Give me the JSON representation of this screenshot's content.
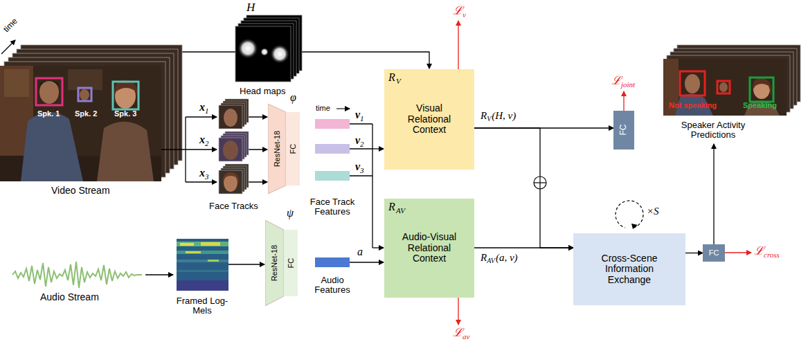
{
  "diagram": {
    "nodes": [
      {
        "text": [
          "ResNet-18"
        ]
      },
      {
        "text": [
          "FC"
        ]
      },
      {
        "text": [
          "ResNet-18"
        ]
      },
      {
        "text": [
          "FC"
        ]
      },
      {
        "text": [
          "R",
          "V",
          "Visual Relational Context"
        ]
      },
      {
        "text": [
          "R",
          "AV",
          "Audio-Visual Relational Context"
        ]
      },
      {
        "text": [
          "FC"
        ]
      },
      {
        "text": [
          "Cross-Scene Information Exchange"
        ]
      },
      {
        "text": [
          "FC"
        ]
      }
    ],
    "edges": [
      {
        "from": 4,
        "to": 6,
        "arrow": "to"
      },
      {
        "from": 4,
        "to": 7,
        "arrow": "to"
      },
      {
        "from": 5,
        "to": 7,
        "arrow": "to"
      },
      {
        "from": 7,
        "to": 8,
        "arrow": "to"
      }
    ],
    "labels": [
      "time",
      "Spk. 1",
      "Spk. 2",
      "Spk. 3",
      "Video Stream",
      "H",
      "Head maps",
      "x",
      "1",
      "x",
      "2",
      "x",
      "3",
      "Face Tracks",
      "φ",
      "ψ",
      "time",
      "v",
      "1",
      "v",
      "2",
      "v",
      "3",
      "Face Track Features",
      "Audio Stream",
      "Framed Log-Mels",
      "Audio Features",
      "a",
      "ℒ",
      "v",
      "ℒ",
      "av",
      "R",
      "V",
      "(H, v)",
      "R",
      "AV",
      "(a, v)",
      "ℒ",
      "joint",
      "×S",
      "ℒ",
      "cross",
      "Speaker Activity Predictions",
      "Not speaking",
      "Speaking"
    ]
  }
}
